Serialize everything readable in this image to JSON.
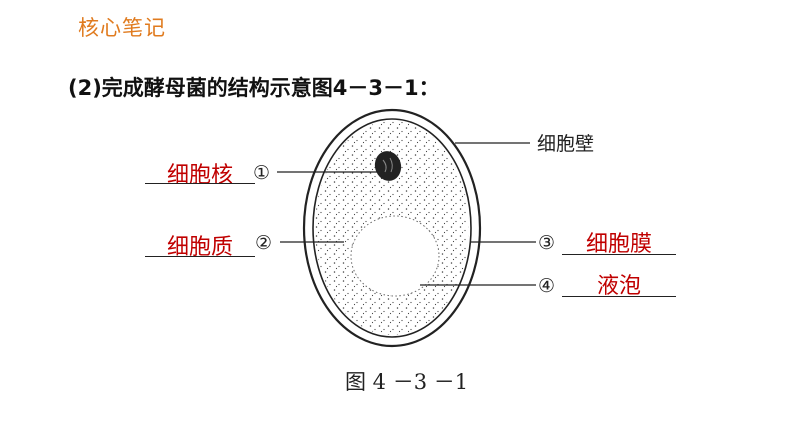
{
  "header": {
    "section_title": "核心笔记"
  },
  "question": {
    "text": "(2)完成酵母菌的结构示意图4－3－1："
  },
  "diagram": {
    "labels": {
      "cell_wall": "细胞壁",
      "marker_1": "①",
      "marker_2": "②",
      "marker_3": "③",
      "marker_4": "④"
    },
    "answers": {
      "a1": "细胞核",
      "a2": "细胞质",
      "a3": "细胞膜",
      "a4": "液泡"
    },
    "caption": "图 4 －3 －1",
    "colors": {
      "answer": "#c00000",
      "title": "#e07b1f",
      "line": "#222222"
    }
  }
}
